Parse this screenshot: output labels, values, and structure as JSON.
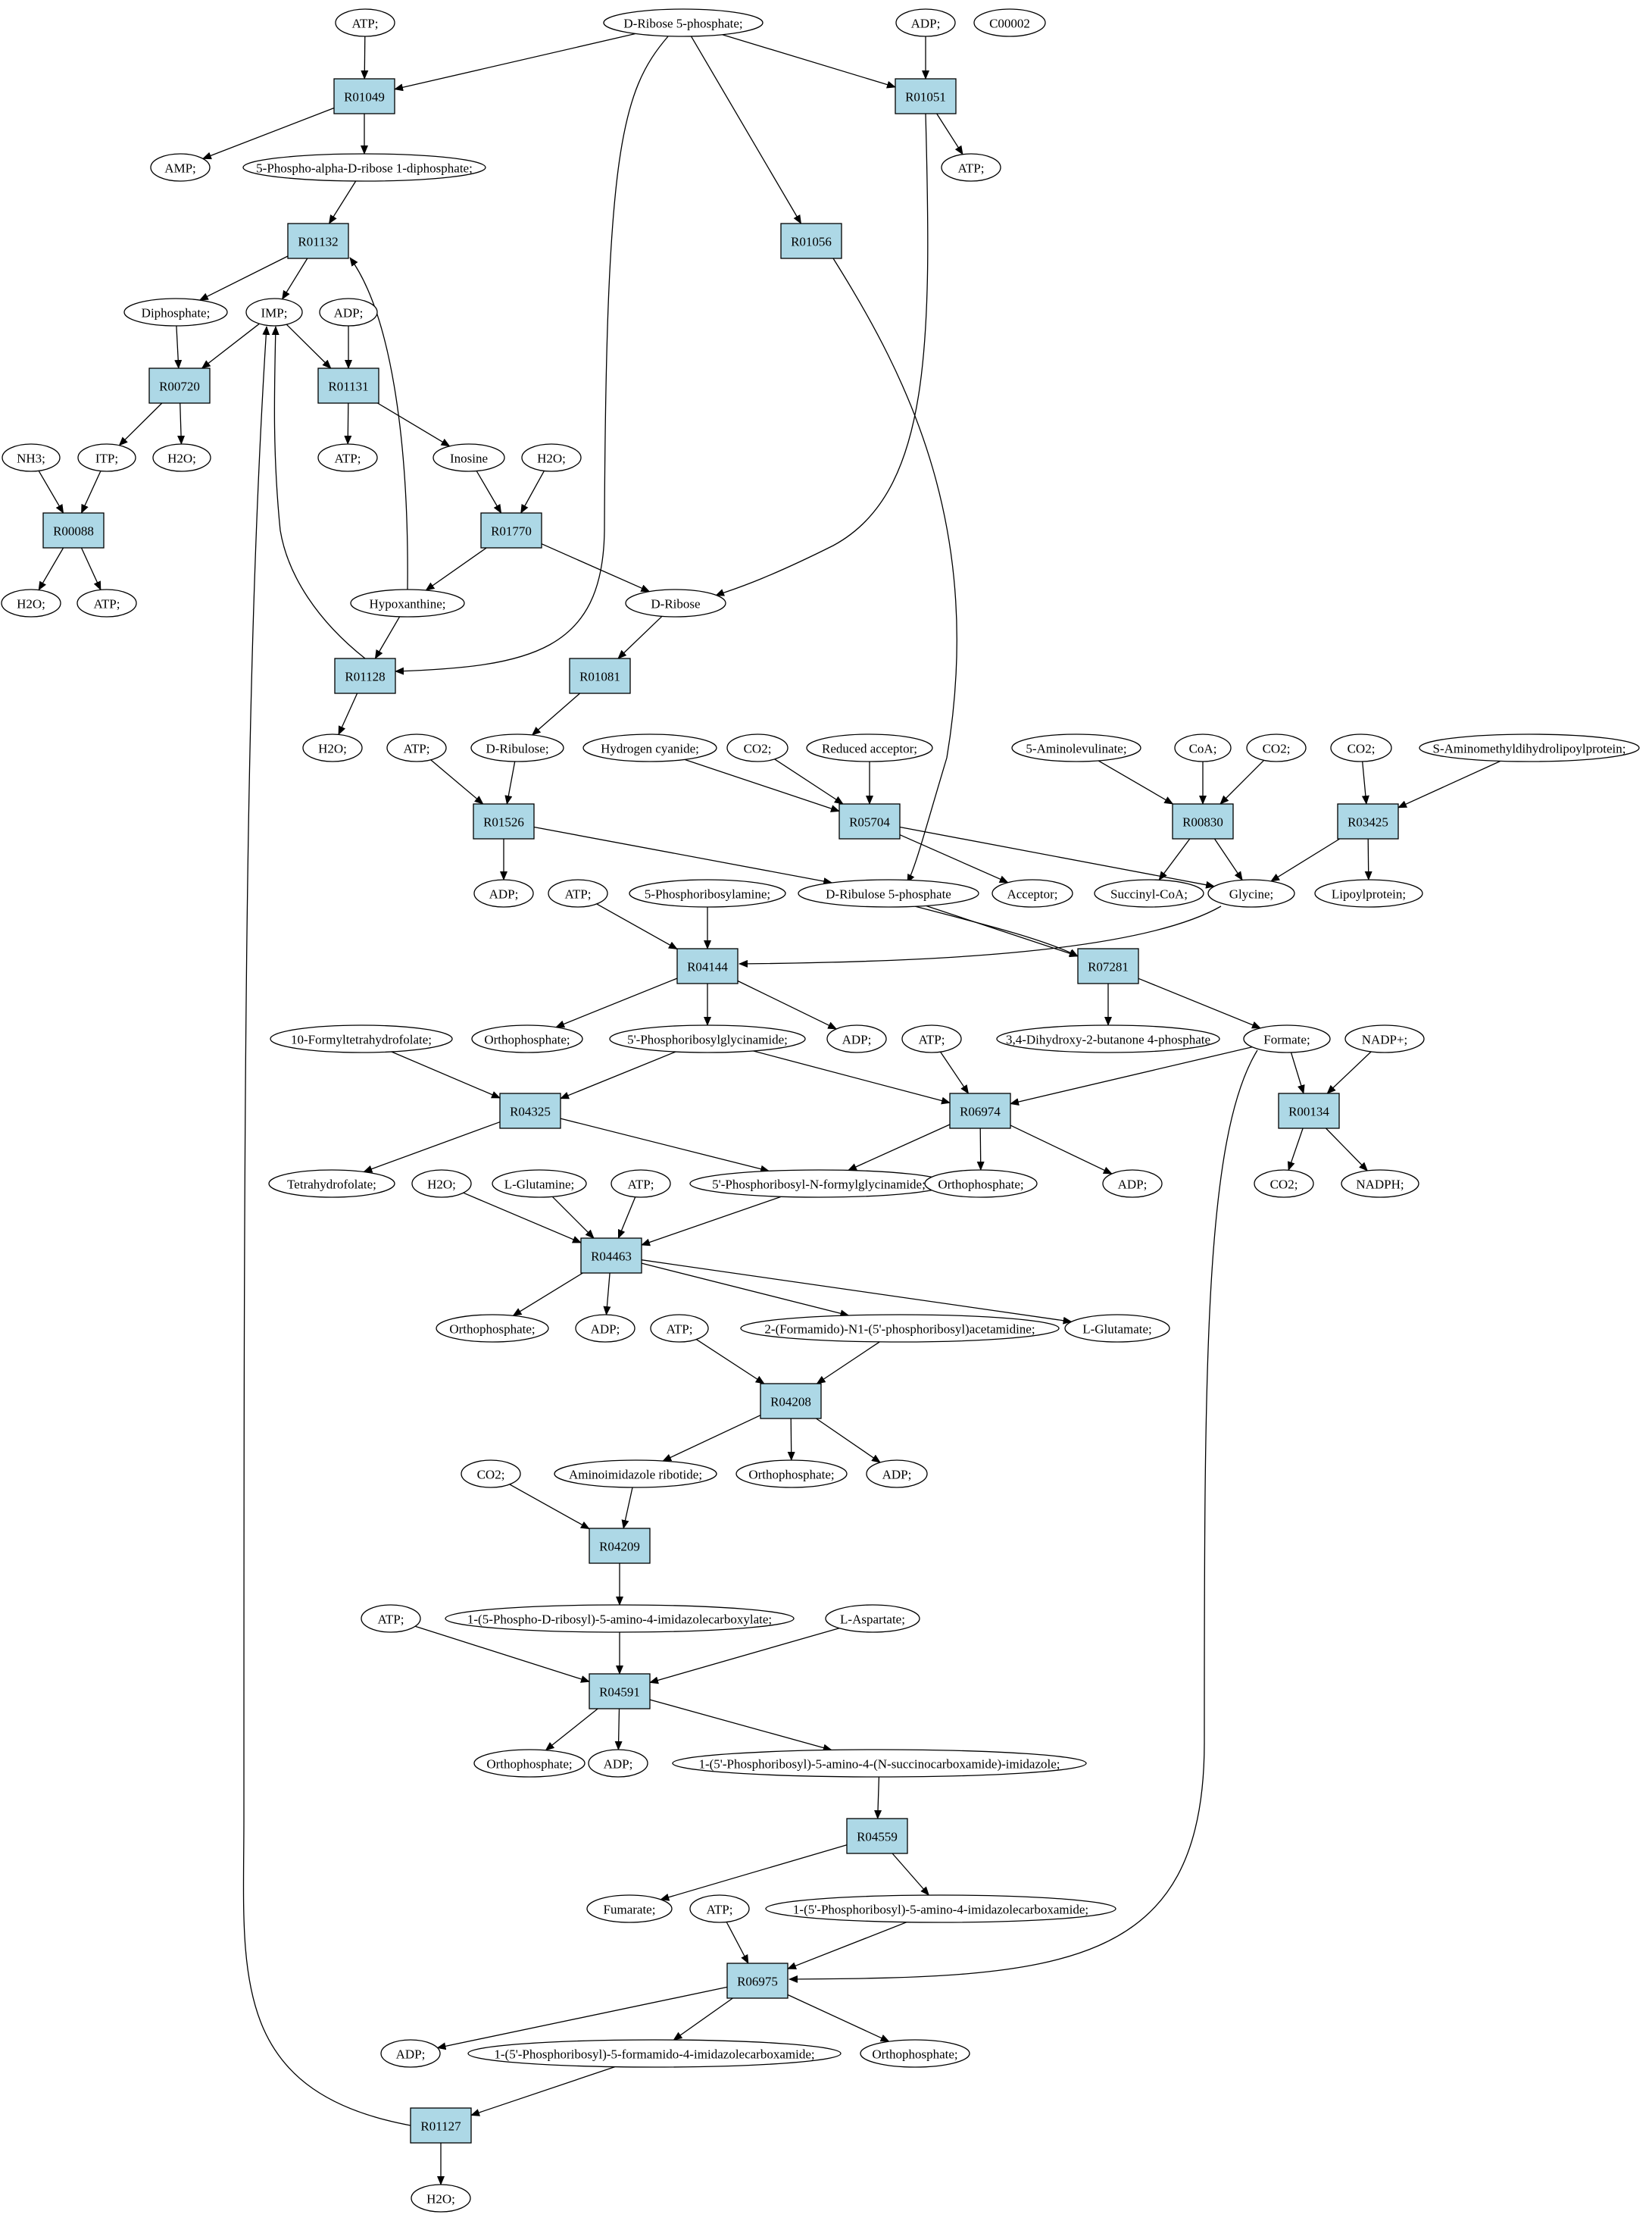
{
  "graph": {
    "colors": {
      "reaction_fill": "#add8e6",
      "compound_fill": "#ffffff",
      "highlight_start": "#00ff00",
      "highlight_target": "#ffff00",
      "stroke": "#000000"
    },
    "reactions": [
      "R01049",
      "R01051",
      "R01132",
      "R01056",
      "R00720",
      "R01131",
      "R00088",
      "R01770",
      "R01128",
      "R01081",
      "R01526",
      "R05704",
      "R00830",
      "R03425",
      "R04144",
      "R07281",
      "R04325",
      "R06974",
      "R00134",
      "R04463",
      "R04208",
      "R04209",
      "R04591",
      "R04559",
      "R06975",
      "R01127"
    ],
    "compounds": [
      {
        "id": "c_atp1",
        "label": "ATP;"
      },
      {
        "id": "c_r5p",
        "label": "D-Ribose 5-phosphate;",
        "highlight": "start"
      },
      {
        "id": "c_adp1",
        "label": "ADP;"
      },
      {
        "id": "c_c2",
        "label": "C00002",
        "highlight": "target"
      },
      {
        "id": "c_amp",
        "label": "AMP;"
      },
      {
        "id": "c_prpp",
        "label": "5-Phospho-alpha-D-ribose 1-diphosphate;"
      },
      {
        "id": "c_atp2",
        "label": "ATP;"
      },
      {
        "id": "c_dip",
        "label": "Diphosphate;"
      },
      {
        "id": "c_imp",
        "label": "IMP;"
      },
      {
        "id": "c_adp2",
        "label": "ADP;"
      },
      {
        "id": "c_nh3",
        "label": "NH3;"
      },
      {
        "id": "c_itp",
        "label": "ITP;"
      },
      {
        "id": "c_h2o1",
        "label": "H2O;"
      },
      {
        "id": "c_atp3",
        "label": "ATP;"
      },
      {
        "id": "c_ino",
        "label": "Inosine"
      },
      {
        "id": "c_h2o2",
        "label": "H2O;"
      },
      {
        "id": "c_h2o3",
        "label": "H2O;"
      },
      {
        "id": "c_atp4",
        "label": "ATP;"
      },
      {
        "id": "c_hyp",
        "label": "Hypoxanthine;"
      },
      {
        "id": "c_rib",
        "label": "D-Ribose"
      },
      {
        "id": "c_h2o4",
        "label": "H2O;"
      },
      {
        "id": "c_atp5",
        "label": "ATP;"
      },
      {
        "id": "c_ribul",
        "label": "D-Ribulose;"
      },
      {
        "id": "c_hcn",
        "label": "Hydrogen cyanide;"
      },
      {
        "id": "c_co2a",
        "label": "CO2;"
      },
      {
        "id": "c_redacc",
        "label": "Reduced acceptor;"
      },
      {
        "id": "c_ala",
        "label": "5-Aminolevulinate;"
      },
      {
        "id": "c_coa",
        "label": "CoA;"
      },
      {
        "id": "c_co2b",
        "label": "CO2;"
      },
      {
        "id": "c_co2c",
        "label": "CO2;"
      },
      {
        "id": "c_samdl",
        "label": "S-Aminomethyldihydrolipoylprotein;"
      },
      {
        "id": "c_adp3",
        "label": "ADP;"
      },
      {
        "id": "c_atp6",
        "label": "ATP;"
      },
      {
        "id": "c_prib",
        "label": "5-Phosphoribosylamine;"
      },
      {
        "id": "c_ru5p",
        "label": "D-Ribulose 5-phosphate"
      },
      {
        "id": "c_acc",
        "label": "Acceptor;"
      },
      {
        "id": "c_succ",
        "label": "Succinyl-CoA;"
      },
      {
        "id": "c_gly",
        "label": "Glycine;"
      },
      {
        "id": "c_lip",
        "label": "Lipoylprotein;"
      },
      {
        "id": "c_fthf",
        "label": "10-Formyltetrahydrofolate;"
      },
      {
        "id": "c_pi1",
        "label": "Orthophosphate;"
      },
      {
        "id": "c_gar",
        "label": "5'-Phosphoribosylglycinamide;"
      },
      {
        "id": "c_adp4",
        "label": "ADP;"
      },
      {
        "id": "c_atp7",
        "label": "ATP;"
      },
      {
        "id": "c_dhbp",
        "label": "3,4-Dihydroxy-2-butanone 4-phosphate"
      },
      {
        "id": "c_form",
        "label": "Formate;"
      },
      {
        "id": "c_nadp",
        "label": "NADP+;"
      },
      {
        "id": "c_thf",
        "label": "Tetrahydrofolate;"
      },
      {
        "id": "c_h2o5",
        "label": "H2O;"
      },
      {
        "id": "c_gln",
        "label": "L-Glutamine;"
      },
      {
        "id": "c_atp8",
        "label": "ATP;"
      },
      {
        "id": "c_fgar",
        "label": "5'-Phosphoribosyl-N-formylglycinamide;"
      },
      {
        "id": "c_pi2",
        "label": "Orthophosphate;"
      },
      {
        "id": "c_adp5",
        "label": "ADP;"
      },
      {
        "id": "c_co2d",
        "label": "CO2;"
      },
      {
        "id": "c_nadph",
        "label": "NADPH;"
      },
      {
        "id": "c_pi3",
        "label": "Orthophosphate;"
      },
      {
        "id": "c_adp6",
        "label": "ADP;"
      },
      {
        "id": "c_atp9",
        "label": "ATP;"
      },
      {
        "id": "c_fgam",
        "label": "2-(Formamido)-N1-(5'-phosphoribosyl)acetamidine;"
      },
      {
        "id": "c_glu",
        "label": "L-Glutamate;"
      },
      {
        "id": "c_air",
        "label": "Aminoimidazole ribotide;"
      },
      {
        "id": "c_pi4",
        "label": "Orthophosphate;"
      },
      {
        "id": "c_adp7",
        "label": "ADP;"
      },
      {
        "id": "c_co2e",
        "label": "CO2;"
      },
      {
        "id": "c_cair",
        "label": "1-(5-Phospho-D-ribosyl)-5-amino-4-imidazolecarboxylate;"
      },
      {
        "id": "c_atp10",
        "label": "ATP;"
      },
      {
        "id": "c_asp",
        "label": "L-Aspartate;"
      },
      {
        "id": "c_pi5",
        "label": "Orthophosphate;"
      },
      {
        "id": "c_adp8",
        "label": "ADP;"
      },
      {
        "id": "c_saicar",
        "label": "1-(5'-Phosphoribosyl)-5-amino-4-(N-succinocarboxamide)-imidazole;"
      },
      {
        "id": "c_fum",
        "label": "Fumarate;"
      },
      {
        "id": "c_atp11",
        "label": "ATP;"
      },
      {
        "id": "c_aicar",
        "label": "1-(5'-Phosphoribosyl)-5-amino-4-imidazolecarboxamide;"
      },
      {
        "id": "c_adp9",
        "label": "ADP;"
      },
      {
        "id": "c_faicar",
        "label": "1-(5'-Phosphoribosyl)-5-formamido-4-imidazolecarboxamide;"
      },
      {
        "id": "c_pi6",
        "label": "Orthophosphate;"
      },
      {
        "id": "c_h2o6",
        "label": "H2O;"
      }
    ]
  }
}
